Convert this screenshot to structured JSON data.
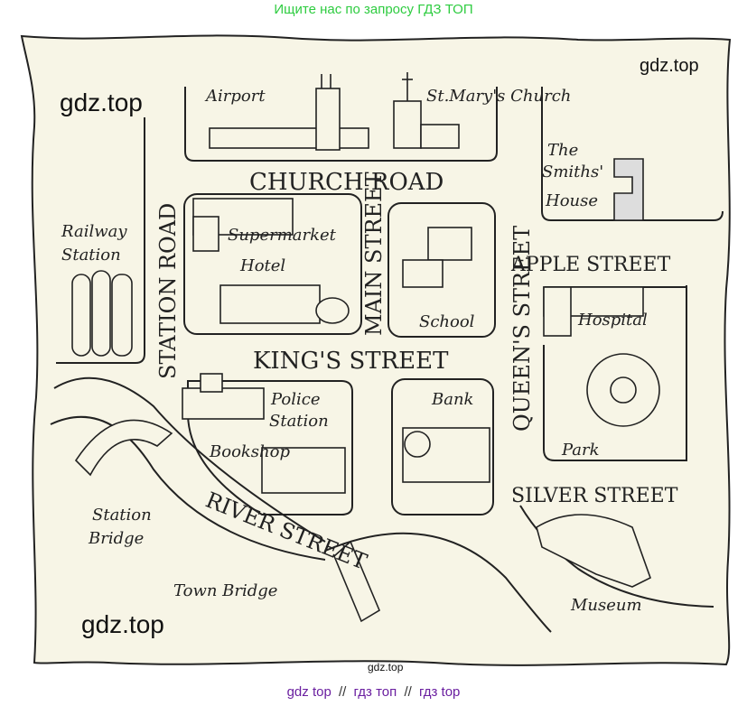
{
  "banner": {
    "top_text": "Ищите нас по запросу ГДЗ ТОП",
    "top_color": "#2ecc40",
    "bottom_links": [
      "gdz top",
      "гдз топ",
      "гдз top"
    ],
    "bottom_separator": "//",
    "link_color": "#6a1fa0"
  },
  "watermarks": {
    "top_right": "gdz.top",
    "top_left": "gdz.top",
    "bottom_left": "gdz.top",
    "bottom_center": "gdz.top"
  },
  "map": {
    "paper_color": "#f7f5e6",
    "ink_color": "#222222",
    "streets": {
      "church_road": "CHURCH ROAD",
      "station_road": "STATION ROAD",
      "main_street": "MAIN STREET",
      "kings_street": "KING'S STREET",
      "queens_street": "QUEEN'S STREET",
      "apple_street": "APPLE STREET",
      "silver_street": "SILVER STREET",
      "river_street": "RIVER STREET"
    },
    "places": {
      "airport": "Airport",
      "church": "St.Mary's Church",
      "smiths_line1": "The",
      "smiths_line2": "Smiths'",
      "smiths_line3": "House",
      "railway_line1": "Railway",
      "railway_line2": "Station",
      "supermarket": "Supermarket",
      "hotel": "Hotel",
      "school": "School",
      "hospital": "Hospital",
      "park": "Park",
      "police_line1": "Police",
      "police_line2": "Station",
      "bookshop": "Bookshop",
      "bank": "Bank",
      "station_bridge_line1": "Station",
      "station_bridge_line2": "Bridge",
      "town_bridge": "Town Bridge",
      "museum": "Museum"
    }
  }
}
